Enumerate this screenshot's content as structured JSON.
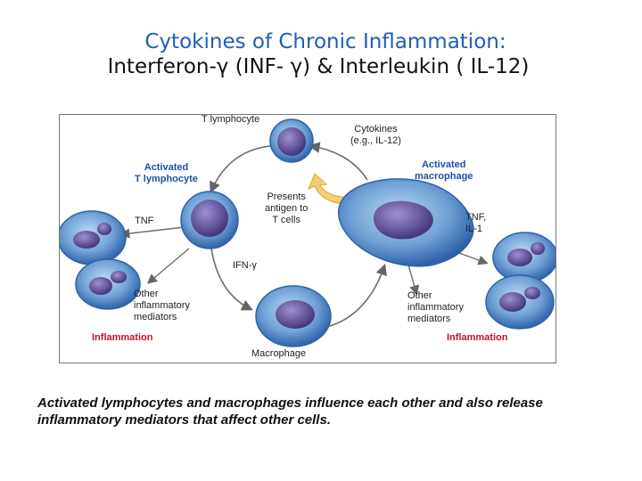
{
  "slide": {
    "title_line1": "Cytokines of Chronic Inflammation:",
    "title_line2": "Interferon-γ (INF- γ) & Interleukin ( IL-12)",
    "caption": "Activated lymphocytes and macrophages influence each other and also release inflammatory mediators that affect other cells."
  },
  "diagram": {
    "t_lymphocyte": "T lymphocyte",
    "cytokines": "Cytokines\n(e.g., IL-12)",
    "activated_t_lymphocyte": "Activated\nT lymphocyte",
    "activated_macrophage": "Activated\nmacrophage",
    "presents_antigen": "Presents\nantigen to\nT cells",
    "tnf_left": "TNF",
    "tnf_il1_right": "TNF,\nIL-1",
    "ifn_gamma": "IFN-γ",
    "other_mediators_left": "Other\ninflammatory\nmediators",
    "other_mediators_right": "Other\ninflammatory\nmediators",
    "inflammation_left": "Inflammation",
    "inflammation_right": "Inflammation",
    "macrophage": "Macrophage"
  },
  "colors": {
    "title_blue": "#1f5fb0",
    "label_blue": "#1f4fa8",
    "label_red": "#c8102e",
    "cell_blue": "#3f7cc0",
    "nucleus_purple": "#5d4a97",
    "arrow_yellow": "#f2cf72"
  }
}
